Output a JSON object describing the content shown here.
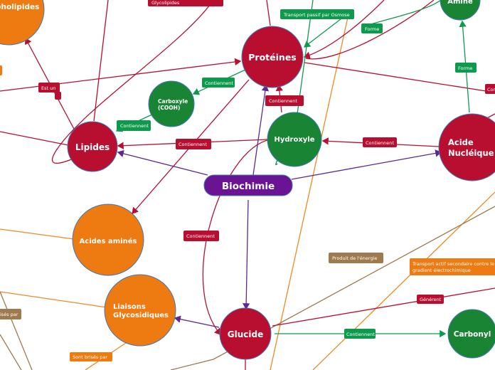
{
  "colors": {
    "red": "#b80f30",
    "orange": "#ee7a12",
    "green": "#1a8435",
    "purple": "#6a1494",
    "brown": "#9e7a4e",
    "line_green": "#0e9a4d",
    "line_purple": "#5b2a8f",
    "line_orange": "#ee8a25",
    "line_brown": "#9e7a4e"
  },
  "nodes": {
    "biochimie": "Biochimie",
    "proteines": "Protéines",
    "lipides": "Lipides",
    "glucide": "Glucide",
    "hydroxyle": "Hydroxyle",
    "acide_nucleique_1": "Acide",
    "acide_nucleique_2": "Nucléique",
    "carboxyle_1": "Carboxyle",
    "carboxyle_2": "(COOH)",
    "acides_amines": "Acides aminés",
    "liaisons_1": "Liaisons",
    "liaisons_2": "Glycosidiques",
    "carbonyl": "Carbonyl",
    "amine": "Amine",
    "phospholipides": "pholipides"
  },
  "labels": {
    "glycolipides": "Glycolipides",
    "transport_passif": "Transport passif par Osmose",
    "forme_top": "Forme",
    "forme_right": "Forme",
    "contient_carboxyle": "Contiennent",
    "contient_proteines_hydroxyle": "Contiennent",
    "contient_lipides_carboxyle": "Contiennent",
    "contient_hydroxyle_lipides": "Contiennent",
    "contient_acide_hydroxyle": "Contiennent",
    "contient_glucide_hydroxyle": "Contiennent",
    "contient_glucide_carbonyl": "Contiennent",
    "est_un": "Est un",
    "produit_energie": "Produit de l'énergie",
    "transport_actif_1": "Transport actif secondaire contre le",
    "transport_actif_2": "gradient électrochimique",
    "generent": "Générent",
    "sont_brises_par": "Sont brisés par",
    "brises_par_left": "isés par",
    "cor_right": "Cor"
  }
}
